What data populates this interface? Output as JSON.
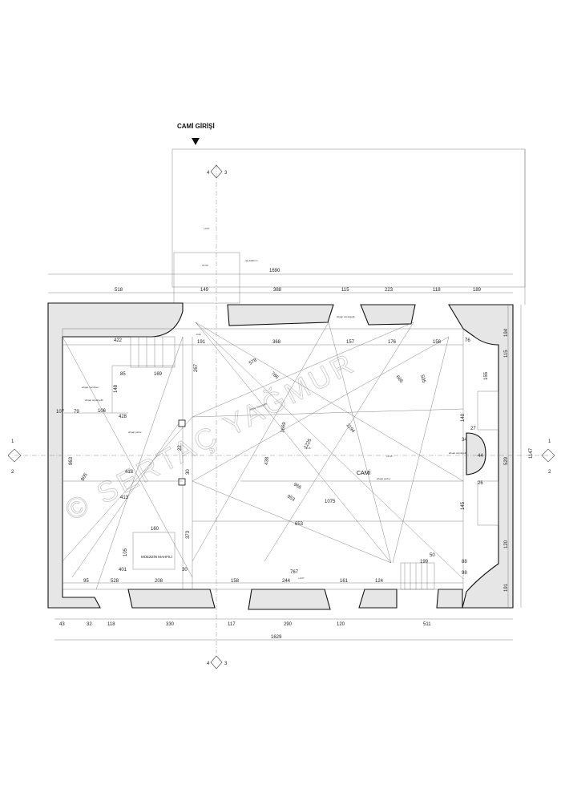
{
  "entrance_label": "CAMİ GİRİŞİ",
  "room_label": "CAMİ",
  "mahfil_label": "MÜEZZİN MAHFİLİ",
  "section_marks": {
    "left": "1",
    "left_b": "2",
    "top": "4",
    "top_b": "3"
  },
  "top_overall": "1690",
  "top_segments": [
    "518",
    "149",
    "388",
    "115",
    "223",
    "118",
    "189"
  ],
  "inner_top": [
    "422",
    "191",
    "368",
    "157",
    "176",
    "158"
  ],
  "bottom_segments": [
    "43",
    "32",
    "118",
    "330",
    "117",
    "290",
    "120",
    "511"
  ],
  "bottom_overall": "1629",
  "inner_bottom": [
    "95",
    "528",
    "208",
    "158",
    "244",
    "161",
    "124"
  ],
  "right_overall": "1147",
  "right_segments": [
    "194",
    "115",
    "155",
    "140",
    "529",
    "145",
    "120",
    "191"
  ],
  "interior_dims": [
    "1075",
    "767",
    "863",
    "1194",
    "578",
    "786",
    "666",
    "505",
    "653",
    "953",
    "1669",
    "1225",
    "966",
    "438",
    "805",
    "418",
    "413",
    "401",
    "160",
    "105",
    "373",
    "30",
    "85",
    "169",
    "106",
    "428",
    "79",
    "107",
    "267",
    "148",
    "199",
    "50",
    "98",
    "27",
    "34",
    "44",
    "26",
    "88",
    "76",
    "22",
    "30"
  ],
  "watermark": "© SERTAÇ YAĞMUR",
  "notes": {
    "yard": "taş kaldırım",
    "flooring": "ahşap parke",
    "stair": "ahşap merdiven",
    "plinth": "ahşap süpürgelik"
  },
  "levels": [
    "±0.00",
    "+0.07",
    "+0.15",
    "-0.02"
  ]
}
